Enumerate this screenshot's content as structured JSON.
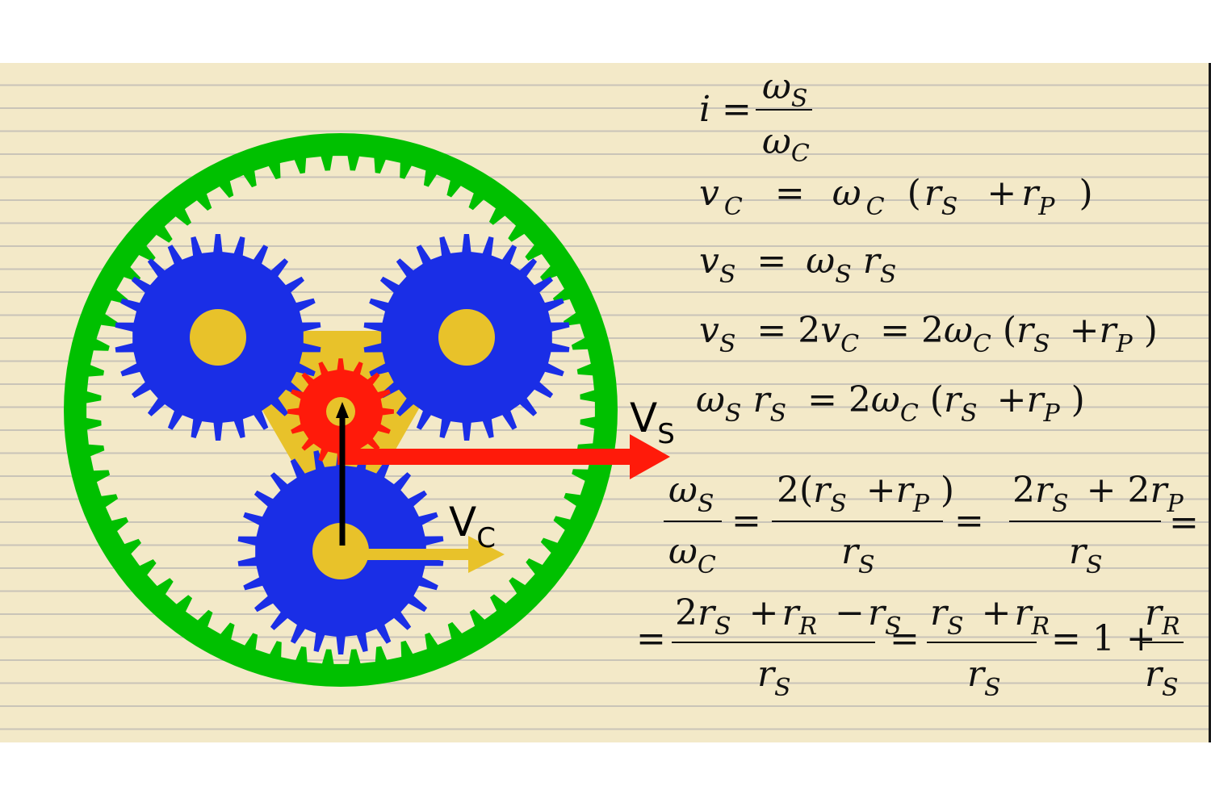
{
  "colors": {
    "background": "#f3e9c8",
    "ring_gear": "#00c000",
    "planet_gear": "#1a2ee6",
    "sun_gear": "#ff1a0a",
    "carrier": "#e8c22a",
    "arrow_sun": "#ff1a0a",
    "arrow_carrier": "#e8c22a",
    "arrow_radius": "#000000"
  },
  "labels": {
    "v_sun": {
      "main": "V",
      "sub": "S"
    },
    "v_carrier": {
      "main": "V",
      "sub": "C"
    }
  },
  "equations": {
    "eq1": {
      "lhs": "i =",
      "num": {
        "main": "ω",
        "sub": "S"
      },
      "den": {
        "main": "ω",
        "sub": "C"
      }
    },
    "eq2": {
      "v": "v",
      "v_sub": "C",
      "eq": "=",
      "w": "ω",
      "w_sub": "C",
      "lp": "(",
      "r1": "r",
      "r1_sub": "S",
      "plus": "+",
      "r2": "r",
      "r2_sub": "P",
      "rp": ")"
    },
    "eq3": {
      "v": "v",
      "v_sub": "S",
      "eq": "=",
      "w": "ω",
      "w_sub": "S",
      "r": "r",
      "r_sub": "S"
    },
    "eq4": {
      "v": "v",
      "v_sub": "S",
      "eq1": "= 2",
      "v2": "v",
      "v2_sub": "C",
      "eq2": "= 2",
      "w": "ω",
      "w_sub": "C",
      "lp": "(",
      "r1": "r",
      "r1_sub": "S",
      "plus": "+",
      "r2": "r",
      "r2_sub": "P",
      "rp": ")"
    },
    "eq5": {
      "w": "ω",
      "w_sub": "S",
      "r": "r",
      "r_sub": "S",
      "eq": "= 2",
      "w2": "ω",
      "w2_sub": "C",
      "lp": "(",
      "r1": "r",
      "r1_sub": "S",
      "plus": "+",
      "r2": "r",
      "r2_sub": "P",
      "rp": ")"
    },
    "eq6": {
      "f1_num": {
        "main": "ω",
        "sub": "S"
      },
      "f1_den": {
        "main": "ω",
        "sub": "C"
      },
      "eq_a": "=",
      "f2_num": {
        "pre": "2(",
        "r1": "r",
        "r1_sub": "S",
        "plus": "+",
        "r2": "r",
        "r2_sub": "P",
        "post": ")"
      },
      "f2_den": {
        "main": "r",
        "sub": "S"
      },
      "eq_b": "=",
      "f3_num": {
        "a": "2",
        "r1": "r",
        "r1_sub": "S",
        "plus": "+ 2",
        "r2": "r",
        "r2_sub": "P"
      },
      "f3_den": {
        "main": "r",
        "sub": "S"
      },
      "eq_c": "="
    },
    "eq7": {
      "eq_a": "=",
      "f1_num": {
        "a": "2",
        "r1": "r",
        "r1_sub": "S",
        "plus": "+",
        "r2": "r",
        "r2_sub": "R",
        "minus": "−",
        "r3": "r",
        "r3_sub": "S"
      },
      "f1_den": {
        "main": "r",
        "sub": "S"
      },
      "eq_b": "=",
      "f2_num": {
        "r1": "r",
        "r1_sub": "S",
        "plus": "+",
        "r2": "r",
        "r2_sub": "R"
      },
      "f2_den": {
        "main": "r",
        "sub": "S"
      },
      "eq_c": "= 1 +",
      "f3_num": {
        "main": "r",
        "sub": "R"
      },
      "f3_den": {
        "main": "r",
        "sub": "S"
      }
    }
  }
}
